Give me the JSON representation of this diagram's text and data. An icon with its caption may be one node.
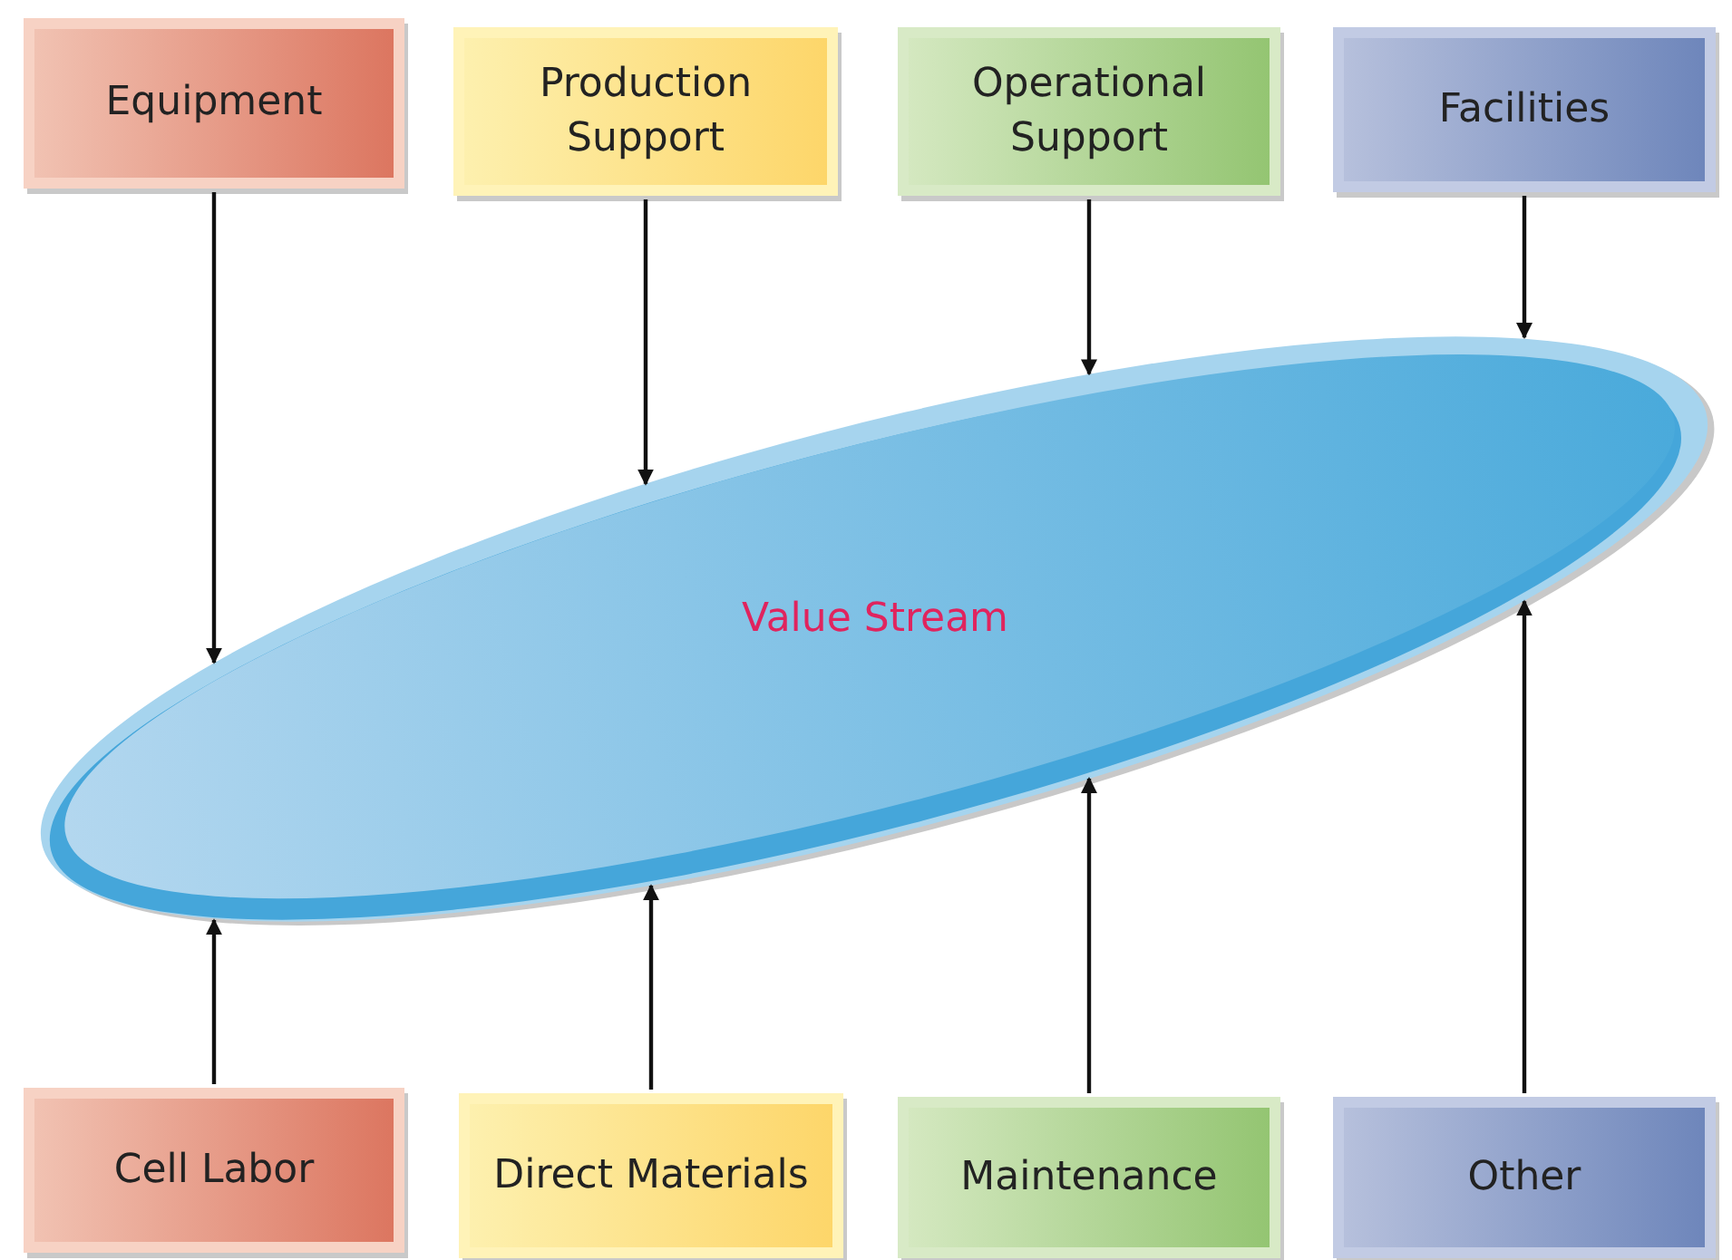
{
  "diagram": {
    "nodes": [
      {
        "text": [
          "Equipment"
        ]
      },
      {
        "text": [
          "Production Support"
        ]
      },
      {
        "text": [
          "Operational Support"
        ]
      },
      {
        "text": [
          "Facilities"
        ]
      },
      {
        "text": [
          "Value Stream"
        ]
      },
      {
        "text": [
          "Cell Labor"
        ]
      },
      {
        "text": [
          "Direct Materials"
        ]
      },
      {
        "text": [
          "Maintenance"
        ]
      },
      {
        "text": [
          "Other"
        ]
      }
    ],
    "edges": [
      {
        "from": 0,
        "to": 4,
        "arrow": "to"
      },
      {
        "from": 1,
        "to": 4,
        "arrow": "to"
      },
      {
        "from": 2,
        "to": 4,
        "arrow": "to"
      },
      {
        "from": 3,
        "to": 4,
        "arrow": "to"
      },
      {
        "from": 5,
        "to": 4,
        "arrow": "to"
      },
      {
        "from": 6,
        "to": 4,
        "arrow": "to"
      },
      {
        "from": 7,
        "to": 4,
        "arrow": "to"
      },
      {
        "from": 8,
        "to": 4,
        "arrow": "to"
      }
    ]
  }
}
